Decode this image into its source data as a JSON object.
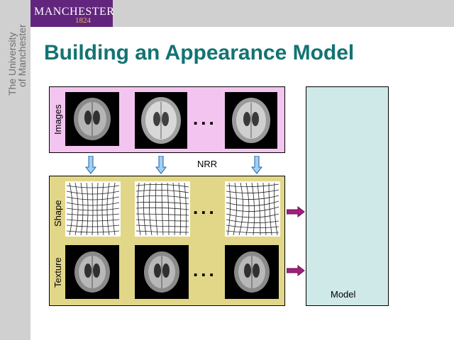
{
  "header": {
    "logo_text": "MANCHESTER",
    "logo_year": "1824",
    "university_line1": "The University",
    "university_line2": "of Manchester"
  },
  "slide": {
    "title": "Building an Appearance Model",
    "images_label": "Images",
    "nrr_label": "NRR",
    "shape_label": "Shape",
    "texture_label": "Texture",
    "model_label": "Model",
    "ellipsis": "..."
  },
  "colors": {
    "logo_purple": "#62257e",
    "title_teal": "#137373",
    "images_panel": "#f4c4f0",
    "shape_texture_panel": "#e2d789",
    "model_panel": "#cfe8e8",
    "down_arrow": "#9fd0f5",
    "right_arrow": "#a0207c"
  }
}
